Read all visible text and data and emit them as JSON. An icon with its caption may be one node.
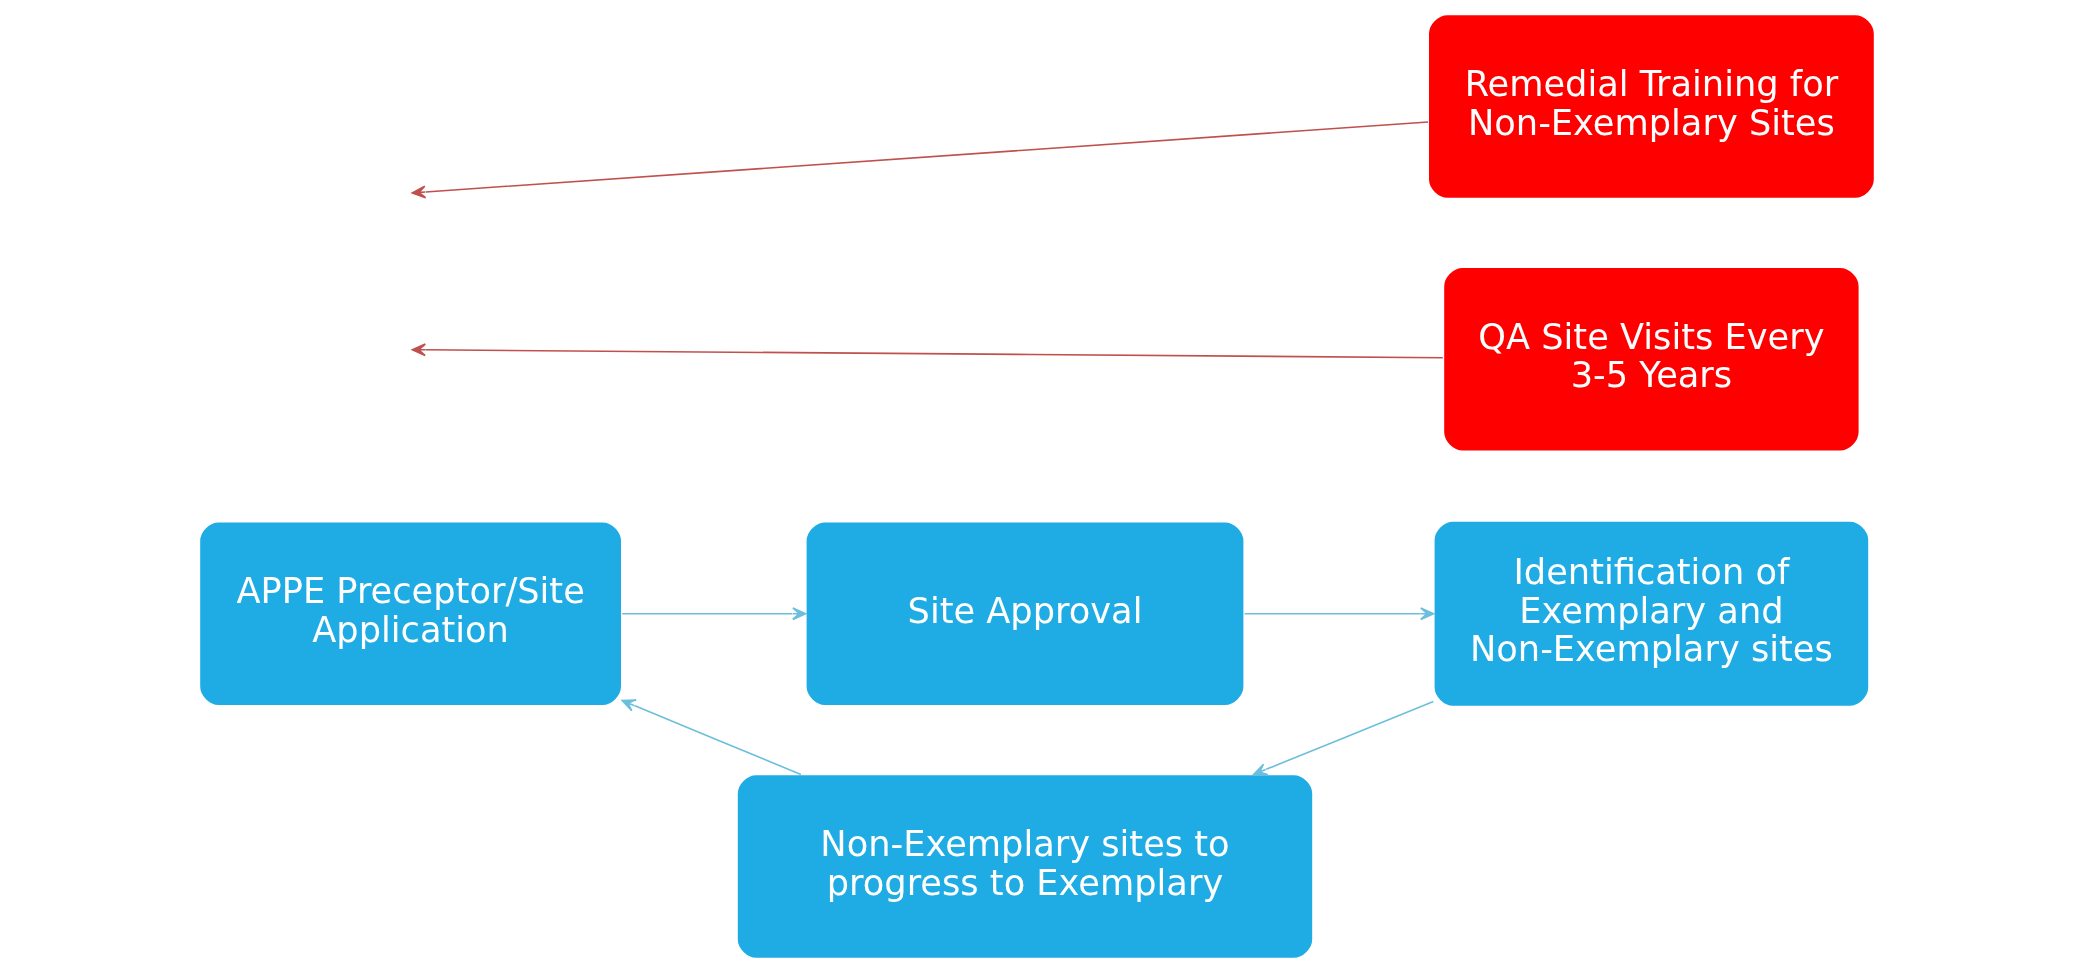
{
  "diagram": {
    "nodes": [
      {
        "text": [
          "APPE Preceptor/Site Application"
        ]
      },
      {
        "text": [
          "Site Approval"
        ]
      },
      {
        "text": [
          "QA Site Visits Every 3-5 Years"
        ]
      },
      {
        "text": [
          "Identification of Exemplary and Non-Exemplary sites"
        ]
      },
      {
        "text": [
          "Non-Exemplary sites to progress to Exemplary"
        ]
      },
      {
        "text": [
          "Remedial Training for Non-Exemplary Sites"
        ]
      }
    ],
    "edges": [
      {
        "from": 0,
        "to": 1,
        "arrow": "to"
      },
      {
        "from": 1,
        "to": 3,
        "arrow": "to"
      },
      {
        "from": 2,
        "to": null,
        "arrow": "to",
        "color": "#c0504d"
      },
      {
        "from": 3,
        "to": 4,
        "arrow": "to"
      },
      {
        "from": 5,
        "to": null,
        "arrow": "to",
        "color": "#c0504d"
      },
      {
        "from": 4,
        "to": 0,
        "arrow": "to"
      }
    ]
  }
}
